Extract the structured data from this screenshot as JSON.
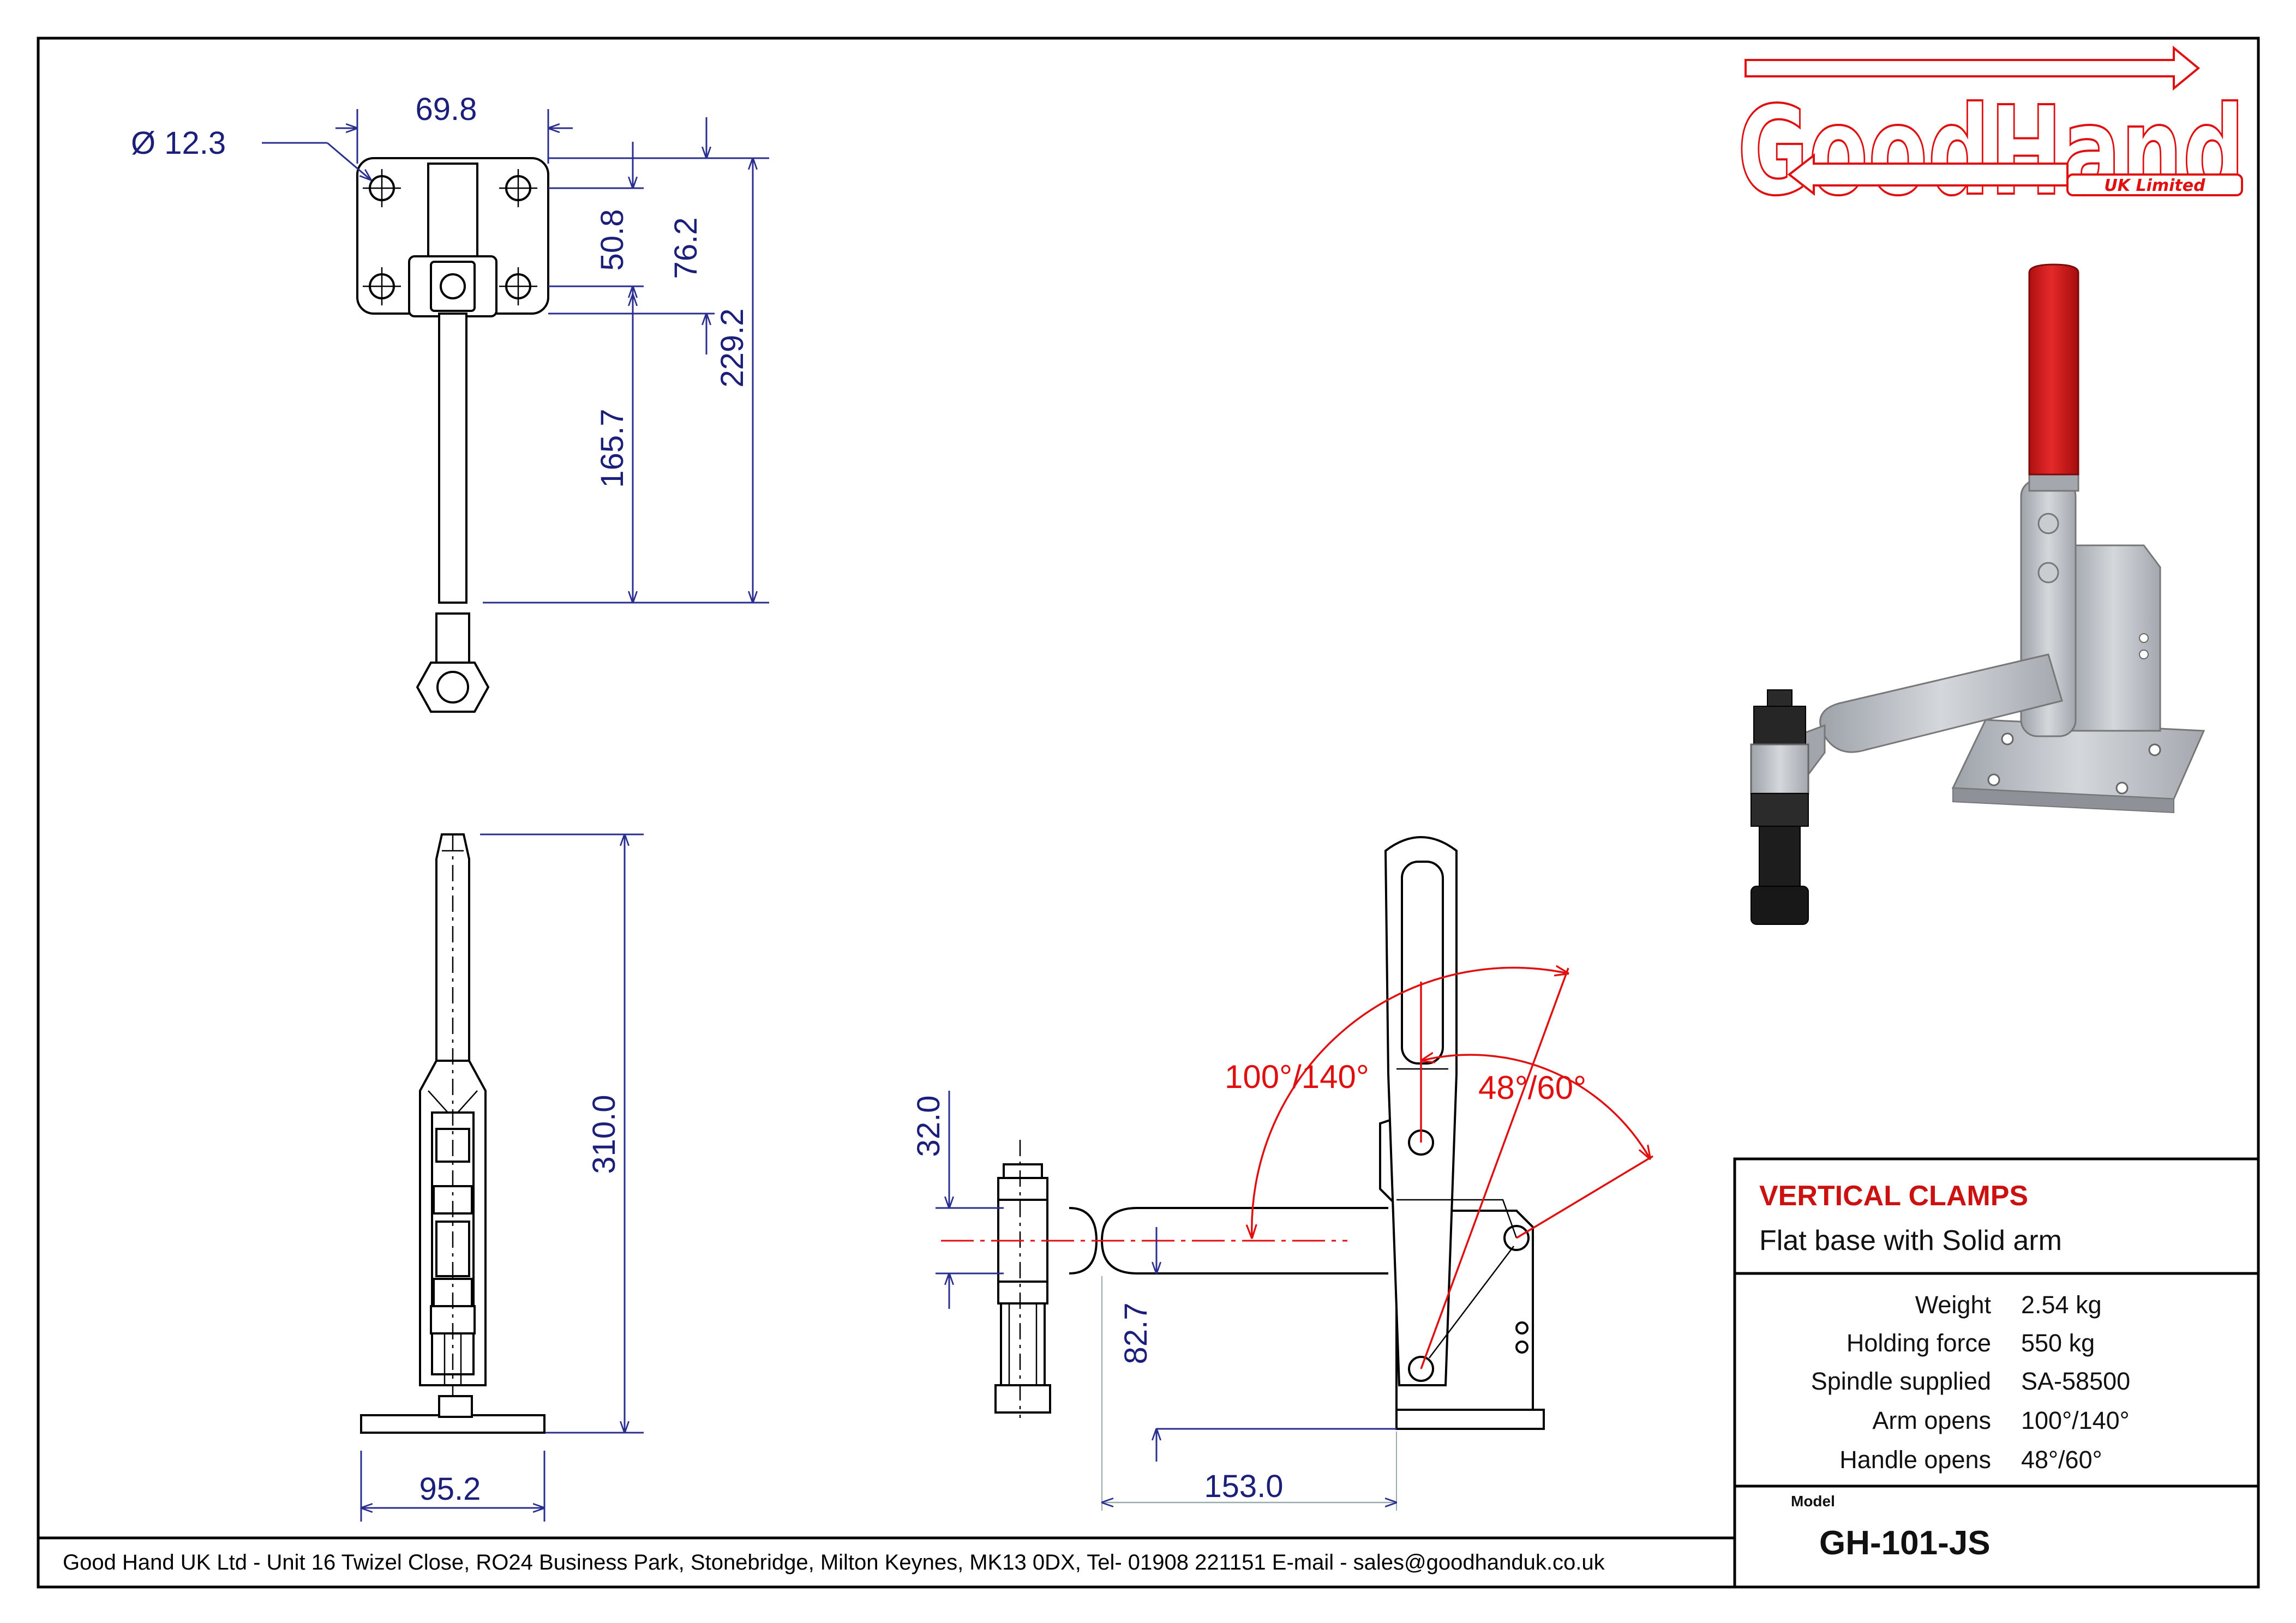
{
  "logo": {
    "text": "GoodHand",
    "subtitle": "UK Limited"
  },
  "dimensions": {
    "hole_diameter": "Ø 12.3",
    "base_width_top": "69.8",
    "hole_spacing_v": "50.8",
    "base_depth": "76.2",
    "arm_reach": "165.7",
    "overall_length": "229.2",
    "overall_height": "310.0",
    "base_width": "95.2",
    "spindle_offset": "32.0",
    "spindle_height": "82.7",
    "arm_length": "153.0"
  },
  "angles": {
    "arm_opens": "100°/140°",
    "handle_opens": "48°/60°"
  },
  "title_block": {
    "title": "VERTICAL CLAMPS",
    "subtitle": "Flat base with Solid arm",
    "specs": [
      {
        "label": "Weight",
        "value": "2.54 kg"
      },
      {
        "label": "Holding force",
        "value": "550 kg"
      },
      {
        "label": "Spindle supplied",
        "value": "SA-58500"
      },
      {
        "label": "Arm opens",
        "value": "100°/140°"
      },
      {
        "label": "Handle opens",
        "value": "48°/60°"
      }
    ],
    "model_label": "Model",
    "model": "GH-101-JS"
  },
  "footer": {
    "address": "Good Hand UK Ltd  - Unit 16 Twizel Close, RO24 Business Park, Stonebridge, Milton Keynes, MK13 0DX,  Tel- 01908 221151  E-mail - sales@goodhanduk.co.uk"
  },
  "colors": {
    "dimension": "#1c1f7a",
    "accent": "#e01010",
    "handle": "#d01818",
    "metal": "#b8bcc2"
  }
}
